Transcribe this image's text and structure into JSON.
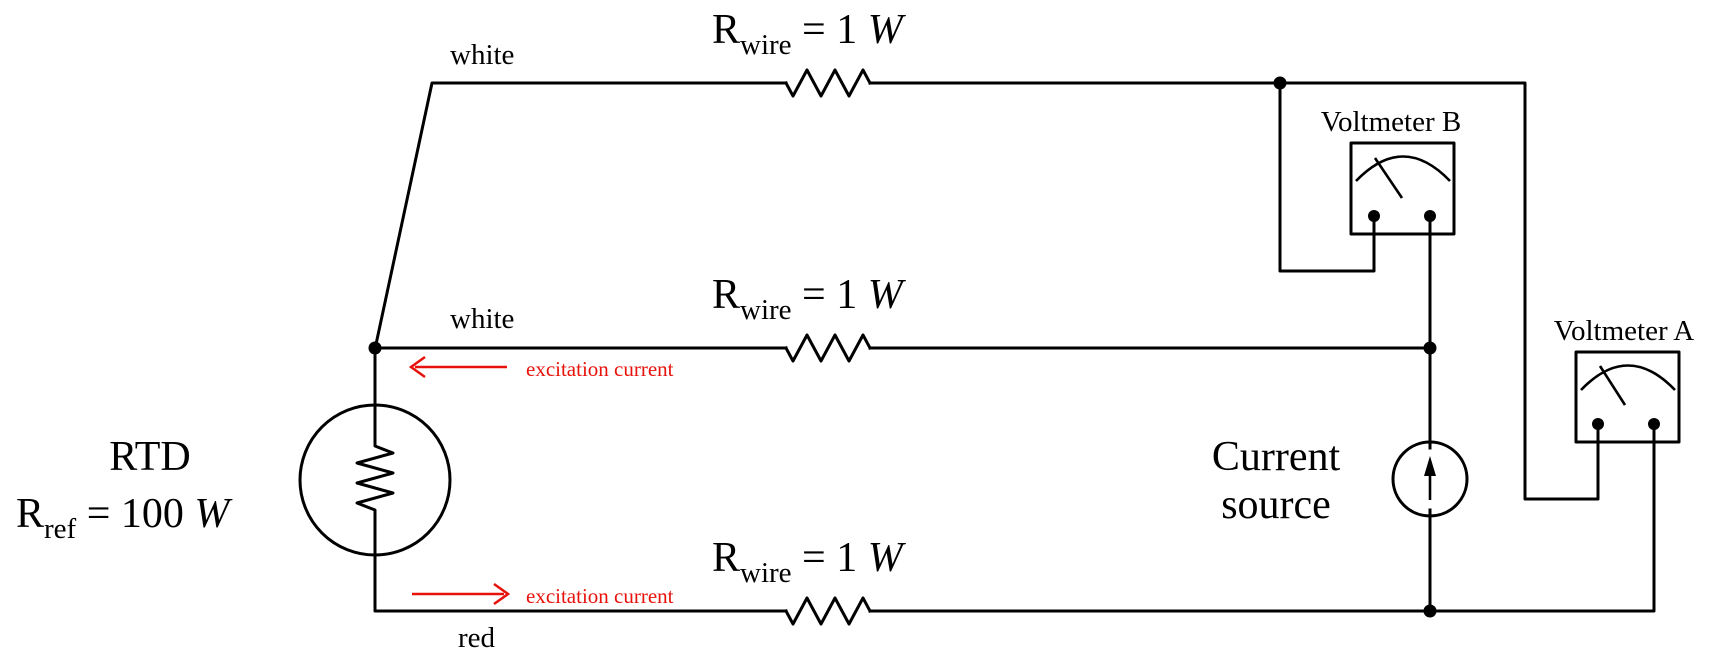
{
  "wires": {
    "top": "white",
    "middle": "white",
    "bottom": "red"
  },
  "rwire_label": {
    "base": "R",
    "sub": "wire",
    "rest": " = 1 ",
    "unit": "W"
  },
  "rtd": {
    "title": "RTD",
    "base": "R",
    "sub": "ref",
    "rest": " = 100 ",
    "unit": "W"
  },
  "current_source": {
    "line1": "Current",
    "line2": "source"
  },
  "voltmeter_a": "Voltmeter A",
  "voltmeter_b": "Voltmeter B",
  "excitation_label": "excitation current",
  "colors": {
    "wire": "#000000",
    "excitation": "#e8120c",
    "background": "#ffffff"
  }
}
